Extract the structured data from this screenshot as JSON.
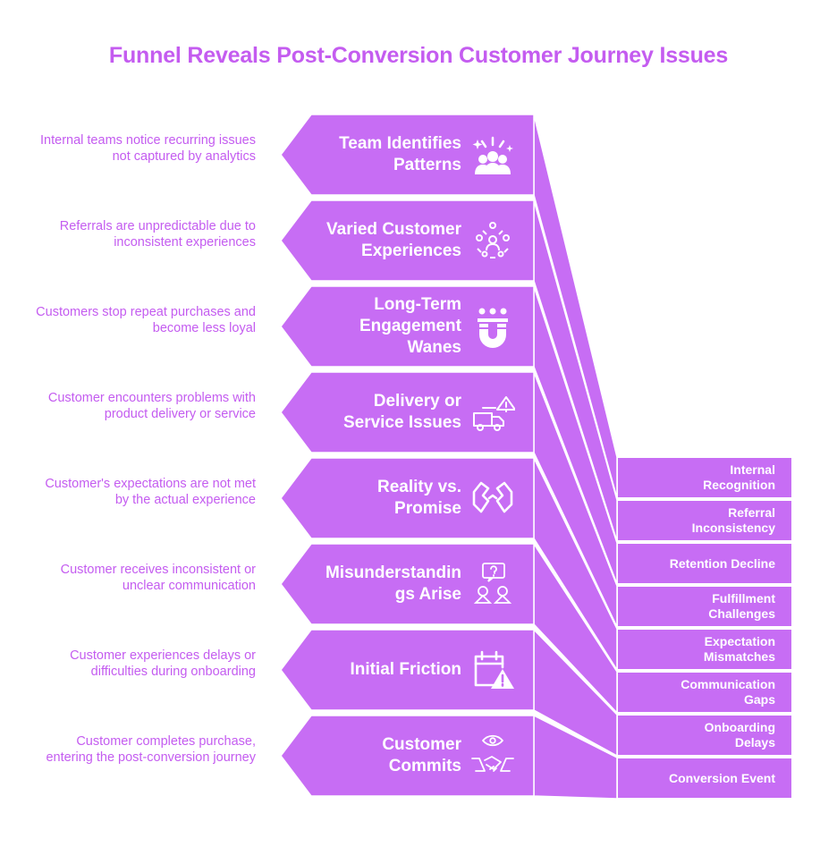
{
  "title": "Funnel Reveals Post-Conversion Customer Journey Issues",
  "colors": {
    "accent": "#c45cf0",
    "fill": "#c76df4",
    "text_on_fill": "#ffffff"
  },
  "stages": [
    {
      "label": "Team Identifies Patterns",
      "description": "Internal teams notice recurring issues not captured by analytics",
      "icon": "team-sparkle-icon",
      "side_label": "Internal Recognition"
    },
    {
      "label": "Varied Customer Experiences",
      "description": "Referrals are unpredictable due to inconsistent experiences",
      "icon": "people-network-icon",
      "side_label": "Referral Inconsistency"
    },
    {
      "label": "Long-Term Engagement Wanes",
      "description": "Customers stop repeat purchases and become less loyal",
      "icon": "magnet-people-icon",
      "side_label": "Retention Decline"
    },
    {
      "label": "Delivery or Service Issues",
      "description": "Customer encounters problems with product delivery or service",
      "icon": "truck-warning-icon",
      "side_label": "Fulfillment Challenges"
    },
    {
      "label": "Reality vs. Promise",
      "description": "Customer's expectations are not met by the actual experience",
      "icon": "broken-promise-icon",
      "side_label": "Expectation Mismatches"
    },
    {
      "label": "Misunderstandings Arise",
      "description": "Customer receives inconsistent or unclear communication",
      "icon": "confused-people-icon",
      "side_label": "Communication Gaps"
    },
    {
      "label": "Initial Friction",
      "description": "Customer experiences delays or difficulties during onboarding",
      "icon": "calendar-warning-icon",
      "side_label": "Onboarding Delays"
    },
    {
      "label": "Customer Commits",
      "description": "Customer completes purchase, entering the post-conversion journey",
      "icon": "handshake-eye-icon",
      "side_label": "Conversion Event"
    }
  ]
}
